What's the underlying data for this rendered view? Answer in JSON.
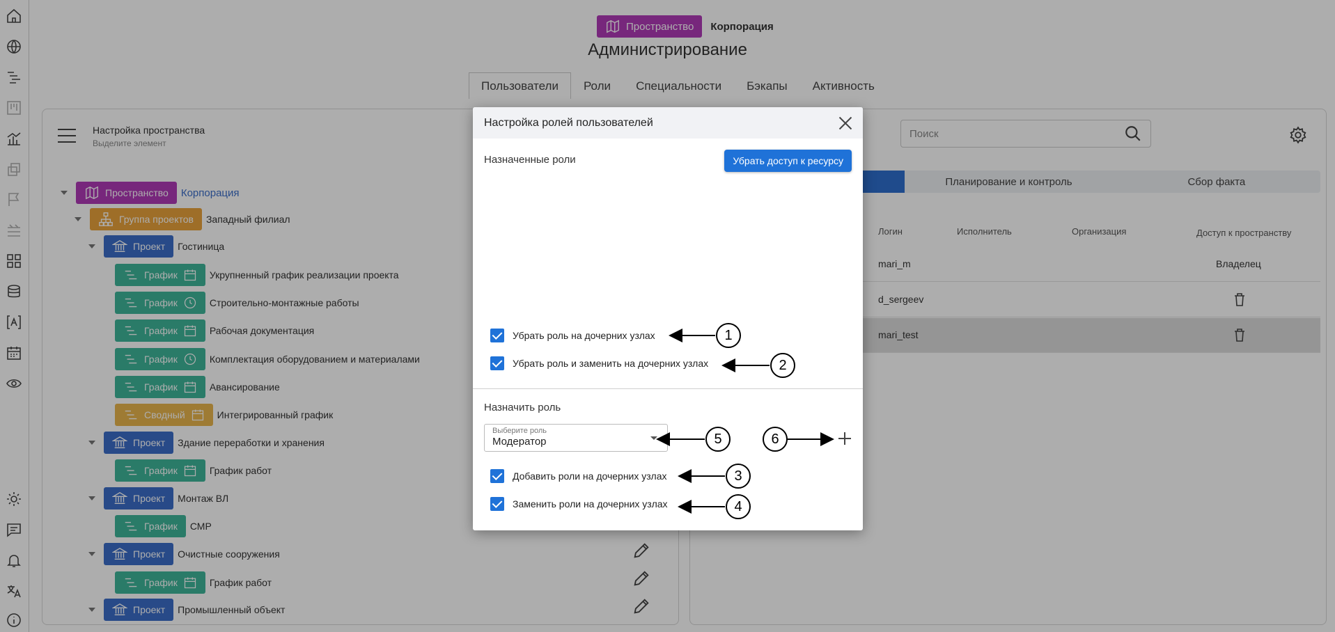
{
  "header": {
    "space_badge": "Пространство",
    "corp_name": "Корпорация",
    "title": "Администрирование"
  },
  "tabs": [
    "Пользователи",
    "Роли",
    "Специальности",
    "Бэкапы",
    "Активность"
  ],
  "left_panel": {
    "title": "Настройка пространства",
    "subtitle": "Выделите элемент",
    "tree": [
      {
        "badge": "Пространство",
        "label": "Корпорация"
      },
      {
        "badge": "Группа проектов",
        "label": "Западный филиал"
      },
      {
        "badge": "Проект",
        "label": "Гостиница"
      },
      {
        "badge": "График",
        "label": "Укрупненный график реализации проекта"
      },
      {
        "badge": "График",
        "label": "Строительно-монтажные работы"
      },
      {
        "badge": "График",
        "label": "Рабочая документация"
      },
      {
        "badge": "График",
        "label": "Комплектация оборудованием и материалами"
      },
      {
        "badge": "График",
        "label": "Авансирование"
      },
      {
        "badge": "Сводный",
        "label": "Интегрированный график"
      },
      {
        "badge": "Проект",
        "label": "Здание переработки и хранения"
      },
      {
        "badge": "График",
        "label": "График работ"
      },
      {
        "badge": "Проект",
        "label": "Монтаж ВЛ"
      },
      {
        "badge": "График",
        "label": "СМР"
      },
      {
        "badge": "Проект",
        "label": "Очистные сооружения"
      },
      {
        "badge": "График",
        "label": "График работ"
      },
      {
        "badge": "Проект",
        "label": "Промышленный объект"
      }
    ]
  },
  "right_panel": {
    "search_placeholder": "Поиск",
    "tabs": [
      "Планирование и контроль",
      "Сбор факта"
    ],
    "columns": [
      "Логин",
      "Исполнитель",
      "Организация",
      "Доступ к пространству"
    ],
    "rows": [
      {
        "login": "mari_m",
        "access": "Владелец"
      },
      {
        "login": "d_sergeev",
        "access": ""
      },
      {
        "login": "mari_test",
        "access": ""
      }
    ]
  },
  "modal": {
    "title": "Настройка ролей пользователей",
    "assigned_roles_label": "Назначенные роли",
    "revoke_button": "Убрать доступ к ресурсу",
    "check_remove_children": "Убрать роль на дочерних узлах",
    "check_remove_replace_children": "Убрать роль и заменить на дочерних узлах",
    "assign_role_label": "Назначить роль",
    "select_label": "Выберите роль",
    "select_value": "Модератор",
    "check_add_children": "Добавить роли на дочерних узлах",
    "check_replace_children": "Заменить роли на дочерних узлах"
  },
  "annotations": [
    "1",
    "2",
    "3",
    "4",
    "5",
    "6"
  ]
}
